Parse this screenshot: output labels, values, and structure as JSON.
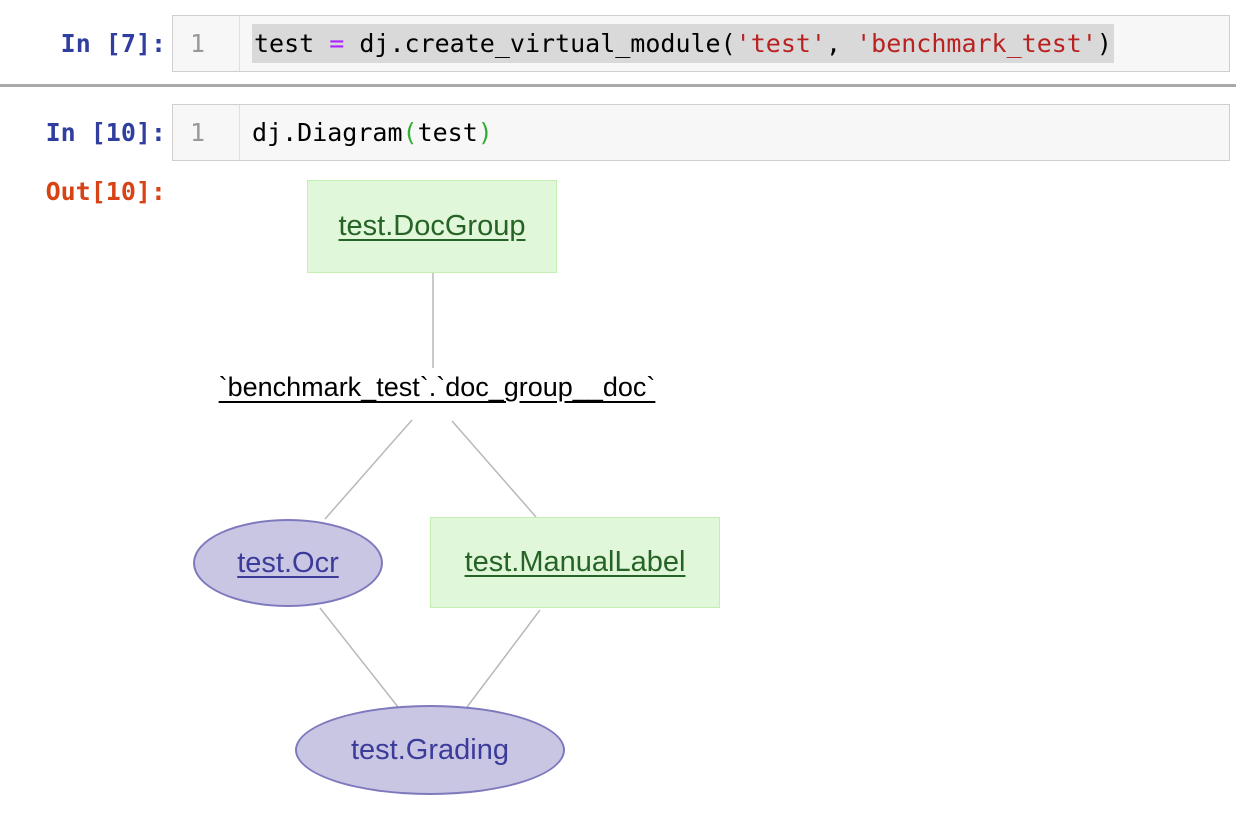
{
  "notebook": {
    "cells": [
      {
        "prompt": "In [7]:",
        "line_number": "1",
        "selected": true,
        "code_segments": [
          {
            "text": "test "
          },
          {
            "text": "="
          },
          {
            "text": " dj.create_virtual_module("
          },
          {
            "text": "'test'"
          },
          {
            "text": ", "
          },
          {
            "text": "'benchmark_test'"
          },
          {
            "text": ")"
          }
        ]
      },
      {
        "prompt": "In [10]:",
        "line_number": "1",
        "selected": false,
        "code_segments": [
          {
            "text": "dj.Diagram"
          },
          {
            "text": "("
          },
          {
            "text": "test"
          },
          {
            "text": ")"
          }
        ]
      }
    ],
    "out_prompt": "Out[10]:"
  },
  "diagram": {
    "nodes": {
      "doc_group": {
        "label": "test.DocGroup",
        "type": "manual",
        "shape": "box",
        "underlined": true
      },
      "part": {
        "label": "`benchmark_test`.`doc_group__doc`",
        "type": "part",
        "shape": "plaintext",
        "underlined": true
      },
      "ocr": {
        "label": "test.Ocr",
        "type": "imported",
        "shape": "ellipse",
        "underlined": true
      },
      "manual_label": {
        "label": "test.ManualLabel",
        "type": "manual",
        "shape": "box",
        "underlined": true
      },
      "grading": {
        "label": "test.Grading",
        "type": "imported",
        "shape": "ellipse",
        "underlined": false
      }
    },
    "edges": [
      {
        "from": "doc_group",
        "to": "part"
      },
      {
        "from": "part",
        "to": "ocr"
      },
      {
        "from": "part",
        "to": "manual_label"
      },
      {
        "from": "ocr",
        "to": "grading"
      },
      {
        "from": "manual_label",
        "to": "grading"
      }
    ]
  },
  "colors": {
    "in_prompt": "#303F9F",
    "out_prompt": "#D84315",
    "cell_background": "#f7f7f7",
    "cell_border": "#cfcfcf",
    "selection_background": "#d9d9d9",
    "line_number": "#999999",
    "code_string": "#BA2121",
    "code_operator": "#AA22FF",
    "matched_bracket": "#35ad35",
    "manual_fill": "#e1f7d9",
    "manual_border": "#c4efb0",
    "manual_text": "#266326",
    "imported_fill": "#c9c6e4",
    "imported_border": "#7d79bd",
    "imported_text": "#3b3b99",
    "edge_line": "#b8b8b8",
    "cell_divider": "#a9a9a9"
  }
}
